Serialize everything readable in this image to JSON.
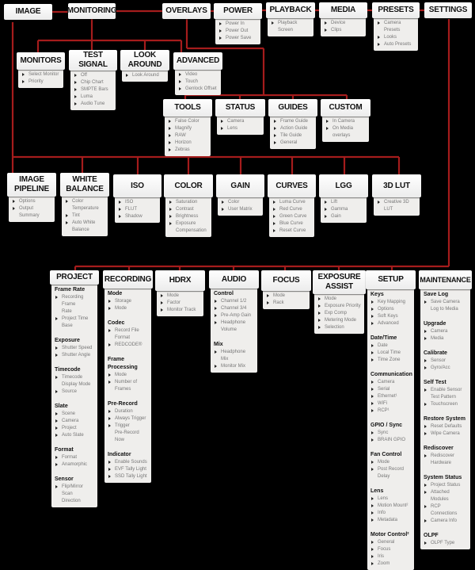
{
  "colors": {
    "connector": "#a51c1c",
    "header_bg": "#f7f7f7",
    "body_bg": "#efeeec",
    "background": "#000000"
  },
  "top_menu": [
    {
      "id": "image",
      "label": "IMAGE",
      "items": []
    },
    {
      "id": "monitoring",
      "label": "MONITORING",
      "items": []
    },
    {
      "id": "overlays",
      "label": "OVERLAYS",
      "items": []
    },
    {
      "id": "power",
      "label": "POWER",
      "items": [
        "Power In",
        "Power Out",
        "Power Save"
      ]
    },
    {
      "id": "playback",
      "label": "PLAYBACK",
      "items": [
        "Playback Screen"
      ]
    },
    {
      "id": "media",
      "label": "MEDIA",
      "items": [
        "Device",
        "Clips"
      ]
    },
    {
      "id": "presets",
      "label": "PRESETS",
      "items": [
        "Camera Presets",
        "Looks",
        "Auto Presets"
      ]
    },
    {
      "id": "settings",
      "label": "SETTINGS",
      "items": []
    }
  ],
  "monitoring_children": [
    {
      "id": "monitors",
      "label": "MONITORS",
      "items": [
        "Select Monitor",
        "Priority"
      ]
    },
    {
      "id": "test_signal",
      "label": "TEST\nSIGNAL",
      "items": [
        "Off",
        "Chip Chart",
        "SMPTE Bars",
        "Luma",
        "Audio Tune"
      ]
    },
    {
      "id": "look_around",
      "label": "LOOK\nAROUND",
      "items": [
        "Look Around"
      ]
    },
    {
      "id": "advanced",
      "label": "ADVANCED",
      "items": [
        "Video",
        "Touch",
        "Genlock Offset"
      ]
    }
  ],
  "overlays_children": [
    {
      "id": "tools",
      "label": "TOOLS",
      "items": [
        "False Color",
        "Magnify",
        "RAW",
        "Horizon",
        "Zebras"
      ]
    },
    {
      "id": "status",
      "label": "STATUS",
      "items": [
        "Camera",
        "Lens"
      ]
    },
    {
      "id": "guides",
      "label": "GUIDES",
      "items": [
        "Frame Guide",
        "Action Guide",
        "Tile Guide",
        "General"
      ]
    },
    {
      "id": "custom",
      "label": "CUSTOM",
      "items": [
        "In Camera",
        "On Media\\\noverlays"
      ]
    }
  ],
  "image_children": [
    {
      "id": "image_pipeline",
      "label": "IMAGE\nPIPELINE",
      "items": [
        "Options",
        "Output Summary"
      ]
    },
    {
      "id": "white_balance",
      "label": "WHITE\nBALANCE",
      "items": [
        "Color\nTemperature",
        "Tint",
        "Auto White\nBalance"
      ]
    },
    {
      "id": "iso",
      "label": "ISO",
      "items": [
        "ISO",
        "FLUT",
        "Shadow"
      ]
    },
    {
      "id": "color",
      "label": "COLOR",
      "items": [
        "Saturation",
        "Contrast",
        "Brightness",
        "Exposure\nCompensation"
      ]
    },
    {
      "id": "gain",
      "label": "GAIN",
      "items": [
        "Color",
        "User Matrix"
      ]
    },
    {
      "id": "curves",
      "label": "CURVES",
      "items": [
        "Luma Curve",
        "Red Curve",
        "Green Curve",
        "Blue Curve",
        "Reset Curve"
      ]
    },
    {
      "id": "lgg",
      "label": "LGG",
      "items": [
        "Lift",
        "Gamma",
        "Gain"
      ]
    },
    {
      "id": "lut3d",
      "label": "3D LUT",
      "items": [
        "Creative 3D LUT"
      ]
    }
  ],
  "settings_children": [
    {
      "id": "project",
      "label": "PROJECT",
      "sections": [
        {
          "title": "Frame Rate",
          "items": [
            "Recording Frame\nRate",
            "Project Time\nBase"
          ]
        },
        {
          "title": "Exposure",
          "items": [
            "Shutter Speed",
            "Shutter Angle"
          ]
        },
        {
          "title": "Timecode",
          "items": [
            "Timecode\nDisplay Mode",
            "Source"
          ]
        },
        {
          "title": "Slate",
          "items": [
            "Scene",
            "Camera",
            "Project",
            "Auto Slate"
          ]
        },
        {
          "title": "Format",
          "items": [
            "Format",
            "Anamorphic"
          ]
        },
        {
          "title": "Sensor",
          "items": [
            "Flip/Mirror Scan\nDirection"
          ]
        }
      ]
    },
    {
      "id": "recording",
      "label": "RECORDING",
      "sections": [
        {
          "title": "Mode",
          "items": [
            "Storage",
            "Mode"
          ]
        },
        {
          "title": "Codec",
          "items": [
            "Record File\nFormat",
            "REDCODE®"
          ]
        },
        {
          "title": "Frame\nProcessing",
          "items": [
            "Mode",
            "Number of\nFrames"
          ]
        },
        {
          "title": "Pre-Record",
          "items": [
            "Duration",
            "Always Trigger",
            "Trigger\nPre-Record Now"
          ]
        },
        {
          "title": "Indicator",
          "items": [
            "Enable Sounds",
            "EVF Tally Light",
            "SSD Tally Light"
          ]
        }
      ]
    },
    {
      "id": "hdrx",
      "label": "HDRX",
      "sections": [
        {
          "title": "",
          "items": [
            "Mode",
            "Factor",
            "Monitor Track"
          ]
        }
      ]
    },
    {
      "id": "audio",
      "label": "AUDIO",
      "sections": [
        {
          "title": "Control",
          "items": [
            "Channel 1/2",
            "Channel 3/4",
            "Pre-Amp Gain",
            "Headphone\nVolume"
          ]
        },
        {
          "title": "Mix",
          "items": [
            "Headphone Mix",
            "Monitor Mix"
          ]
        }
      ]
    },
    {
      "id": "focus",
      "label": "FOCUS",
      "sections": [
        {
          "title": "",
          "items": [
            "Mode",
            "Rack"
          ]
        }
      ]
    },
    {
      "id": "exposure_assist",
      "label": "EXPOSURE\nASSIST",
      "sections": [
        {
          "title": "",
          "items": [
            "Mode",
            "Exposure Priority",
            "Exp Comp",
            "Metering Mode",
            "Selection"
          ]
        }
      ]
    },
    {
      "id": "setup",
      "label": "SETUP",
      "sections": [
        {
          "title": "Keys",
          "items": [
            "Key Mapping",
            "Options",
            "Soft Keys",
            "Advanced"
          ]
        },
        {
          "title": "Date/Time",
          "items": [
            "Date",
            "Local Time",
            "Time Zone"
          ]
        },
        {
          "title": "Communication",
          "items": [
            "Camera",
            "Serial",
            "Ethernet¹",
            "WiFi",
            "RCP¹"
          ]
        },
        {
          "title": "GPIO / Sync",
          "items": [
            "Sync",
            "BRAIN GPIO"
          ]
        },
        {
          "title": "Fan Control",
          "items": [
            "Mode",
            "Post Record\nDelay"
          ]
        },
        {
          "title": "Lens",
          "items": [
            "Lens",
            "Motion Mount²",
            "Info",
            "Metadata"
          ]
        },
        {
          "title": "Motor Control²",
          "items": [
            "General",
            "Focus",
            "Iris",
            "Zoom"
          ]
        }
      ]
    },
    {
      "id": "maintenance",
      "label": "MAINTENANCE",
      "sections": [
        {
          "title": "Save Log",
          "items": [
            "Save Camera\nLog to Media"
          ]
        },
        {
          "title": "Upgrade",
          "items": [
            "Camera",
            "Media"
          ]
        },
        {
          "title": "Calibrate",
          "items": [
            "Sensor",
            "Gyro/Acc"
          ]
        },
        {
          "title": "Self Test",
          "items": [
            "Enable Sensor\nTest Pattern",
            "Touchscreen"
          ]
        },
        {
          "title": "Restore System",
          "items": [
            "Reset Defaults",
            "Wipe Camera"
          ]
        },
        {
          "title": "Rediscover",
          "items": [
            "Rediscover\nHardware"
          ]
        },
        {
          "title": "System Status",
          "items": [
            "Project Status",
            "Attached\nModules",
            "RCP\nConnections",
            "Camera Info"
          ]
        },
        {
          "title": "OLPF",
          "items": [
            "OLPF Type"
          ]
        }
      ]
    }
  ]
}
